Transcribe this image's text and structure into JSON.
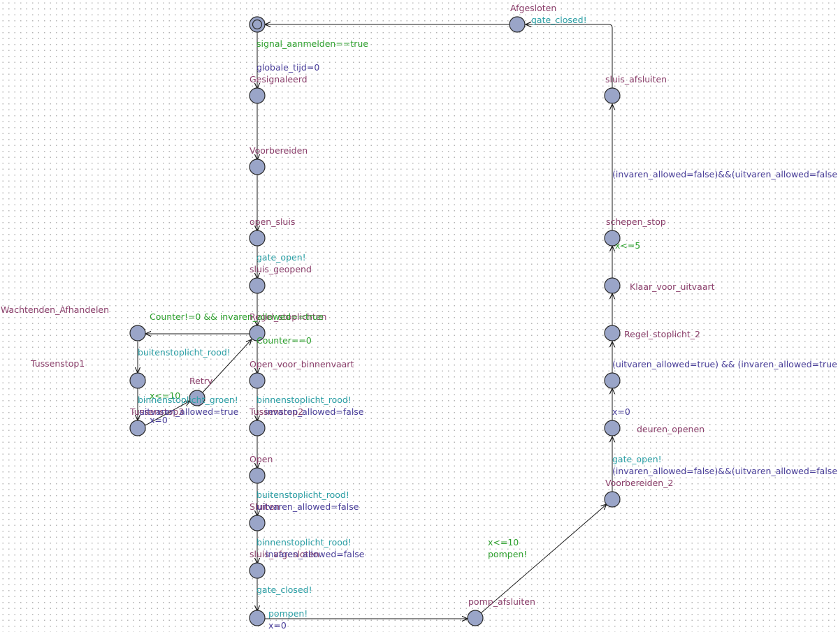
{
  "locations": [
    {
      "id": "init",
      "name": "",
      "initial": true
    },
    {
      "id": "afgesloten",
      "name": "Afgesloten"
    },
    {
      "id": "gesignaleerd",
      "name": "Gesignaleerd"
    },
    {
      "id": "voorbereiden",
      "name": "Voorbereiden"
    },
    {
      "id": "open_sluis",
      "name": "open_sluis"
    },
    {
      "id": "sluis_geopend",
      "name": "sluis_geopend"
    },
    {
      "id": "regel_stoplichten",
      "name": "Regel_stoplichten"
    },
    {
      "id": "open_voor_binnenvaart",
      "name": "Open_voor_binnenvaart"
    },
    {
      "id": "tussenstop2",
      "name": "Tussenstop2"
    },
    {
      "id": "open",
      "name": "Open"
    },
    {
      "id": "sluiten",
      "name": "Sluiten"
    },
    {
      "id": "sluis_afgesloten",
      "name": "sluis_afgesloten"
    },
    {
      "id": "bottom",
      "name": ""
    },
    {
      "id": "pomp_afsluiten",
      "name": "pomp_afsluiten"
    },
    {
      "id": "voorbereiden_2",
      "name": "Voorbereiden_2"
    },
    {
      "id": "deuren_openen",
      "name": "deuren_openen"
    },
    {
      "id": "after_deuren",
      "name": ""
    },
    {
      "id": "regel_stoplicht_2",
      "name": "Regel_stoplicht_2"
    },
    {
      "id": "klaar_voor_uitvaart",
      "name": "Klaar_voor_uitvaart"
    },
    {
      "id": "schepen_stop",
      "name": "schepen_stop"
    },
    {
      "id": "sluis_afsluiten",
      "name": "sluis_afsluiten"
    },
    {
      "id": "wachtenden_afhandelen",
      "name": "Wachtenden_Afhandelen"
    },
    {
      "id": "tussenstop1",
      "name": "Tussenstop1"
    },
    {
      "id": "tussenstop3",
      "name": "Tussenstop3"
    },
    {
      "id": "retry",
      "name": "Retry"
    }
  ],
  "labels": [
    {
      "text": "signal_aanmelden==true",
      "kind": "guard"
    },
    {
      "text": "globale_tijd=0",
      "kind": "assign"
    },
    {
      "text": "gate_open!",
      "kind": "sync"
    },
    {
      "text": "Counter!=0 && invaren_allowed==true",
      "kind": "guard"
    },
    {
      "text": "Counter==0",
      "kind": "guard"
    },
    {
      "text": "binnenstoplicht_rood!",
      "kind": "sync"
    },
    {
      "text": "invaren_allowed=false",
      "kind": "assign"
    },
    {
      "text": "buitenstoplicht_rood!",
      "kind": "sync"
    },
    {
      "text": "uitvaren_allowed=false",
      "kind": "assign"
    },
    {
      "text": "binnenstoplicht_rood!",
      "kind": "sync"
    },
    {
      "text": "invaren_allowed=false",
      "kind": "assign"
    },
    {
      "text": "gate_closed!",
      "kind": "sync"
    },
    {
      "text": "pompen!",
      "kind": "sync"
    },
    {
      "text": "x=0",
      "kind": "assign"
    },
    {
      "text": "x<=10",
      "kind": "guard"
    },
    {
      "text": "pompen!",
      "kind": "sync"
    },
    {
      "text": "gate_open!",
      "kind": "sync"
    },
    {
      "text": "(invaren_allowed=false)&&(uitvaren_allowed=false)",
      "kind": "assign"
    },
    {
      "text": "x=0",
      "kind": "assign"
    },
    {
      "text": "(uitvaren_allowed=true) && (invaren_allowed=true)",
      "kind": "assign"
    },
    {
      "text": "x<=5",
      "kind": "guard"
    },
    {
      "text": "(invaren_allowed=false)&&(uitvaren_allowed=false)",
      "kind": "assign"
    },
    {
      "text": "gate_closed!",
      "kind": "sync"
    },
    {
      "text": "buitenstoplicht_rood!",
      "kind": "sync"
    },
    {
      "text": "x<=10",
      "kind": "guard"
    },
    {
      "text": "binnenstoplicht_groen!",
      "kind": "sync"
    },
    {
      "text": "uitvaren_allowed=true",
      "kind": "assign"
    },
    {
      "text": "x=0",
      "kind": "assign"
    }
  ]
}
